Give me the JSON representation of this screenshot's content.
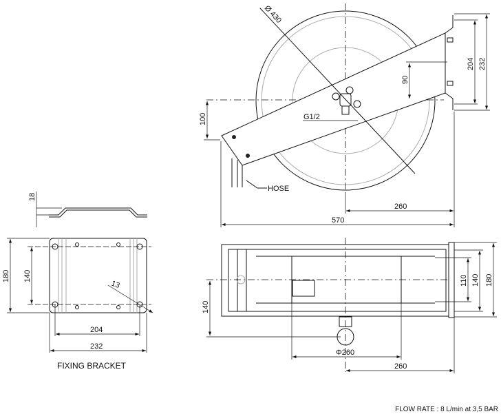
{
  "front_view": {
    "diameter_label": "Ø 430",
    "inlet_label": "G1/2",
    "hose_label": "HOSE",
    "dim_100": "100",
    "dim_90": "90",
    "dim_204": "204",
    "dim_232": "232",
    "dim_260": "260",
    "dim_570": "570"
  },
  "top_view": {
    "dim_140_left": "140",
    "dim_drum": "Φ260",
    "dim_260": "260",
    "dim_110": "110",
    "dim_140_right": "140",
    "dim_180": "180"
  },
  "bracket": {
    "title": "FIXING BRACKET",
    "dim_18": "18",
    "dim_180": "180",
    "dim_140": "140",
    "dim_204": "204",
    "dim_232": "232",
    "dim_hole": "13"
  },
  "footer": {
    "flow_rate": "FLOW RATE : 8 L/min at 3,5 BAR"
  }
}
